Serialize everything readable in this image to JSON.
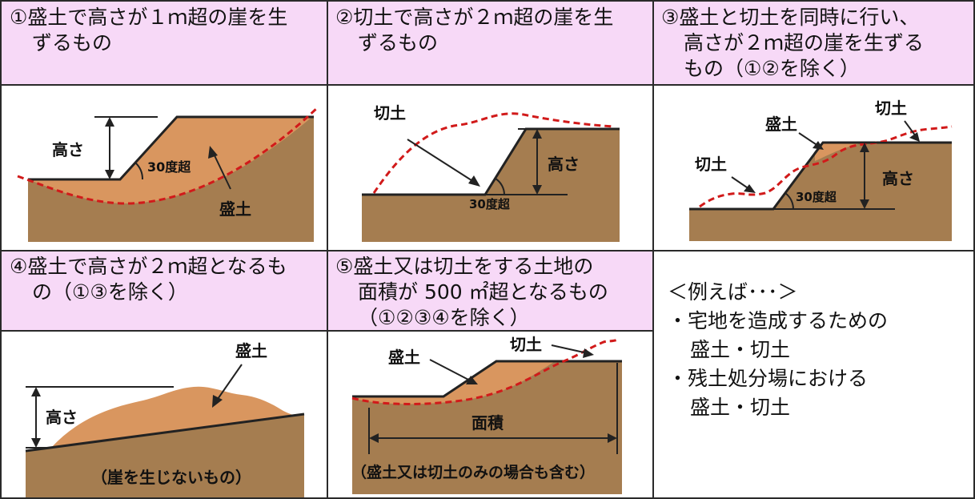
{
  "headers": {
    "h1": {
      "line1": "①盛土で高さが１ｍ超の崖を生",
      "line2": "ずるもの"
    },
    "h2": {
      "line1": "②切土で高さが２ｍ超の崖を生",
      "line2": "ずるもの"
    },
    "h3": {
      "line1": "③盛土と切土を同時に行い、",
      "line2": "高さが２ｍ超の崖を生ずる",
      "line3": "もの（①②を除く）"
    },
    "h4": {
      "line1": "④盛土で高さが２ｍ超となるも",
      "line2": "の（①③を除く）"
    },
    "h5": {
      "line1": "⑤盛土又は切土をする土地の",
      "line2": "面積が 500 ㎡超となるもの",
      "line3": "（①②③④を除く）"
    }
  },
  "examples": {
    "intro": "＜例えば･･･＞",
    "item1_line1": "・宅地を造成するための",
    "item1_line2": "盛土・切土",
    "item2_line1": "・残土処分場における",
    "item2_line2": "盛土・切土"
  },
  "labels": {
    "height": "高さ",
    "morido": "盛土",
    "kirido": "切土",
    "angle": "30度超",
    "area": "面積",
    "no_cliff": "（崖を生じないもの）",
    "includes": "（盛土又は切土のみの場合も含む）"
  },
  "colors": {
    "header_bg": "#f7d9f7",
    "soil": "#a57d50",
    "fill": "#d9965f",
    "dash": "#d11a1a"
  }
}
